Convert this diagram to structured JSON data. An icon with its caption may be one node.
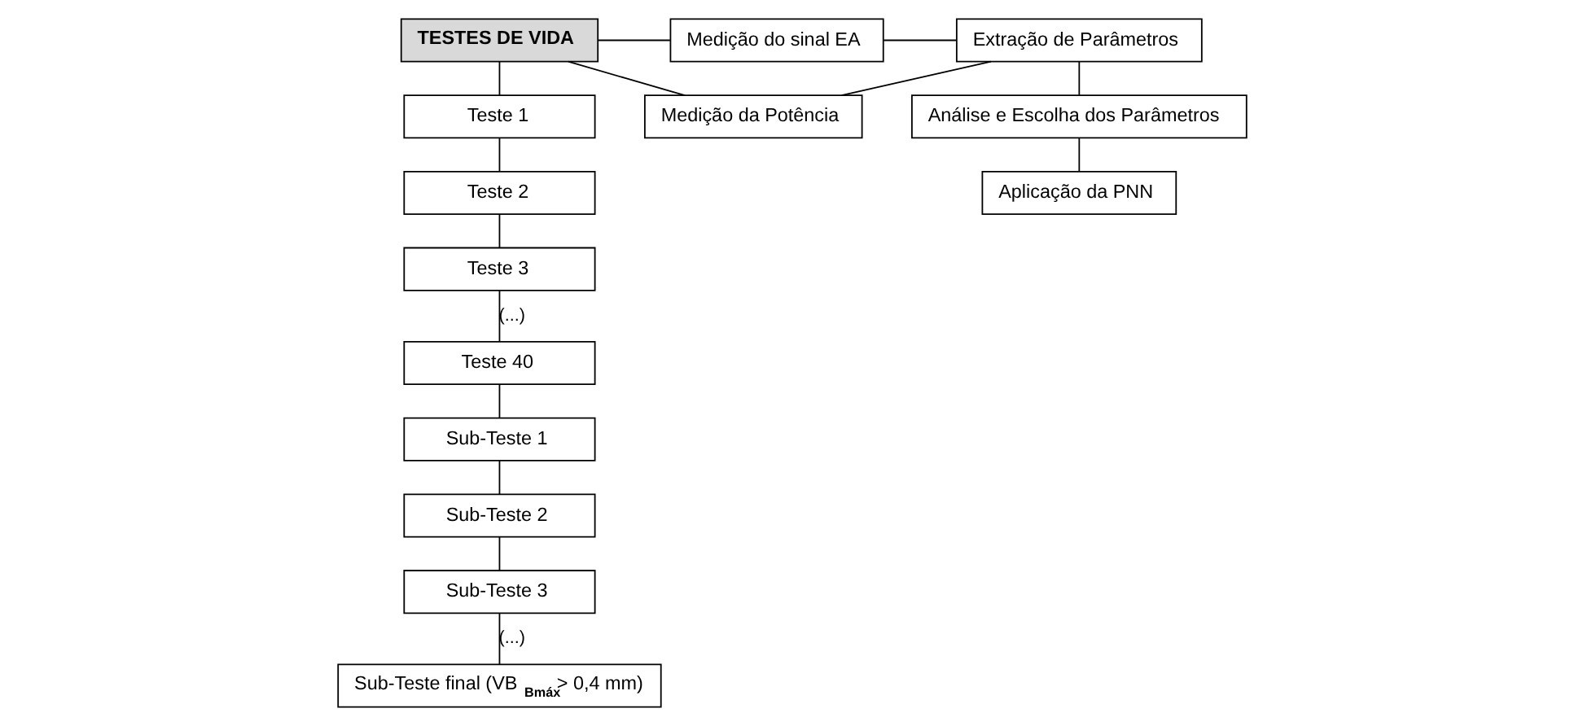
{
  "diagram": {
    "nodes": [
      {
        "text": [
          "TESTES DE VIDA"
        ]
      },
      {
        "text": [
          "Medição do sinal EA"
        ]
      },
      {
        "text": [
          "Medição da Potência"
        ]
      },
      {
        "text": [
          "Extração de Parâmetros"
        ]
      },
      {
        "text": [
          "Teste 1"
        ]
      },
      {
        "text": [
          "Teste 2"
        ]
      },
      {
        "text": [
          "Teste 3"
        ]
      },
      {
        "text": [
          "Teste 40"
        ]
      },
      {
        "text": [
          "Sub-Teste 1"
        ]
      },
      {
        "text": [
          "Sub-Teste 2"
        ]
      },
      {
        "text": [
          "Sub-Teste 3"
        ]
      },
      {
        "text": [
          "Sub-Teste final (VB$_{Bmáx}$> 0,4 mm)"
        ]
      },
      {
        "text": [
          "Análise e Escolha dos Parâmetros"
        ]
      },
      {
        "text": [
          "Aplicação da PNN"
        ]
      }
    ],
    "edges": [
      {
        "from": 0,
        "to": 1,
        "arrow": "none"
      },
      {
        "from": 0,
        "to": 2,
        "arrow": "none"
      },
      {
        "from": 1,
        "to": 3,
        "arrow": "none"
      },
      {
        "from": 2,
        "to": 3,
        "arrow": "none"
      },
      {
        "from": 0,
        "to": 4,
        "arrow": "none"
      },
      {
        "from": 4,
        "to": 5,
        "arrow": "none"
      },
      {
        "from": 5,
        "to": 6,
        "arrow": "none"
      },
      {
        "from": 6,
        "to": 7,
        "arrow": "none",
        "label": "(...)"
      },
      {
        "from": 7,
        "to": 8,
        "arrow": "none"
      },
      {
        "from": 8,
        "to": 9,
        "arrow": "none"
      },
      {
        "from": 9,
        "to": 10,
        "arrow": "none"
      },
      {
        "from": 10,
        "to": 11,
        "arrow": "none",
        "label": "(...)"
      },
      {
        "from": 3,
        "to": 12,
        "arrow": "none"
      },
      {
        "from": 12,
        "to": 13,
        "arrow": "none"
      }
    ]
  }
}
